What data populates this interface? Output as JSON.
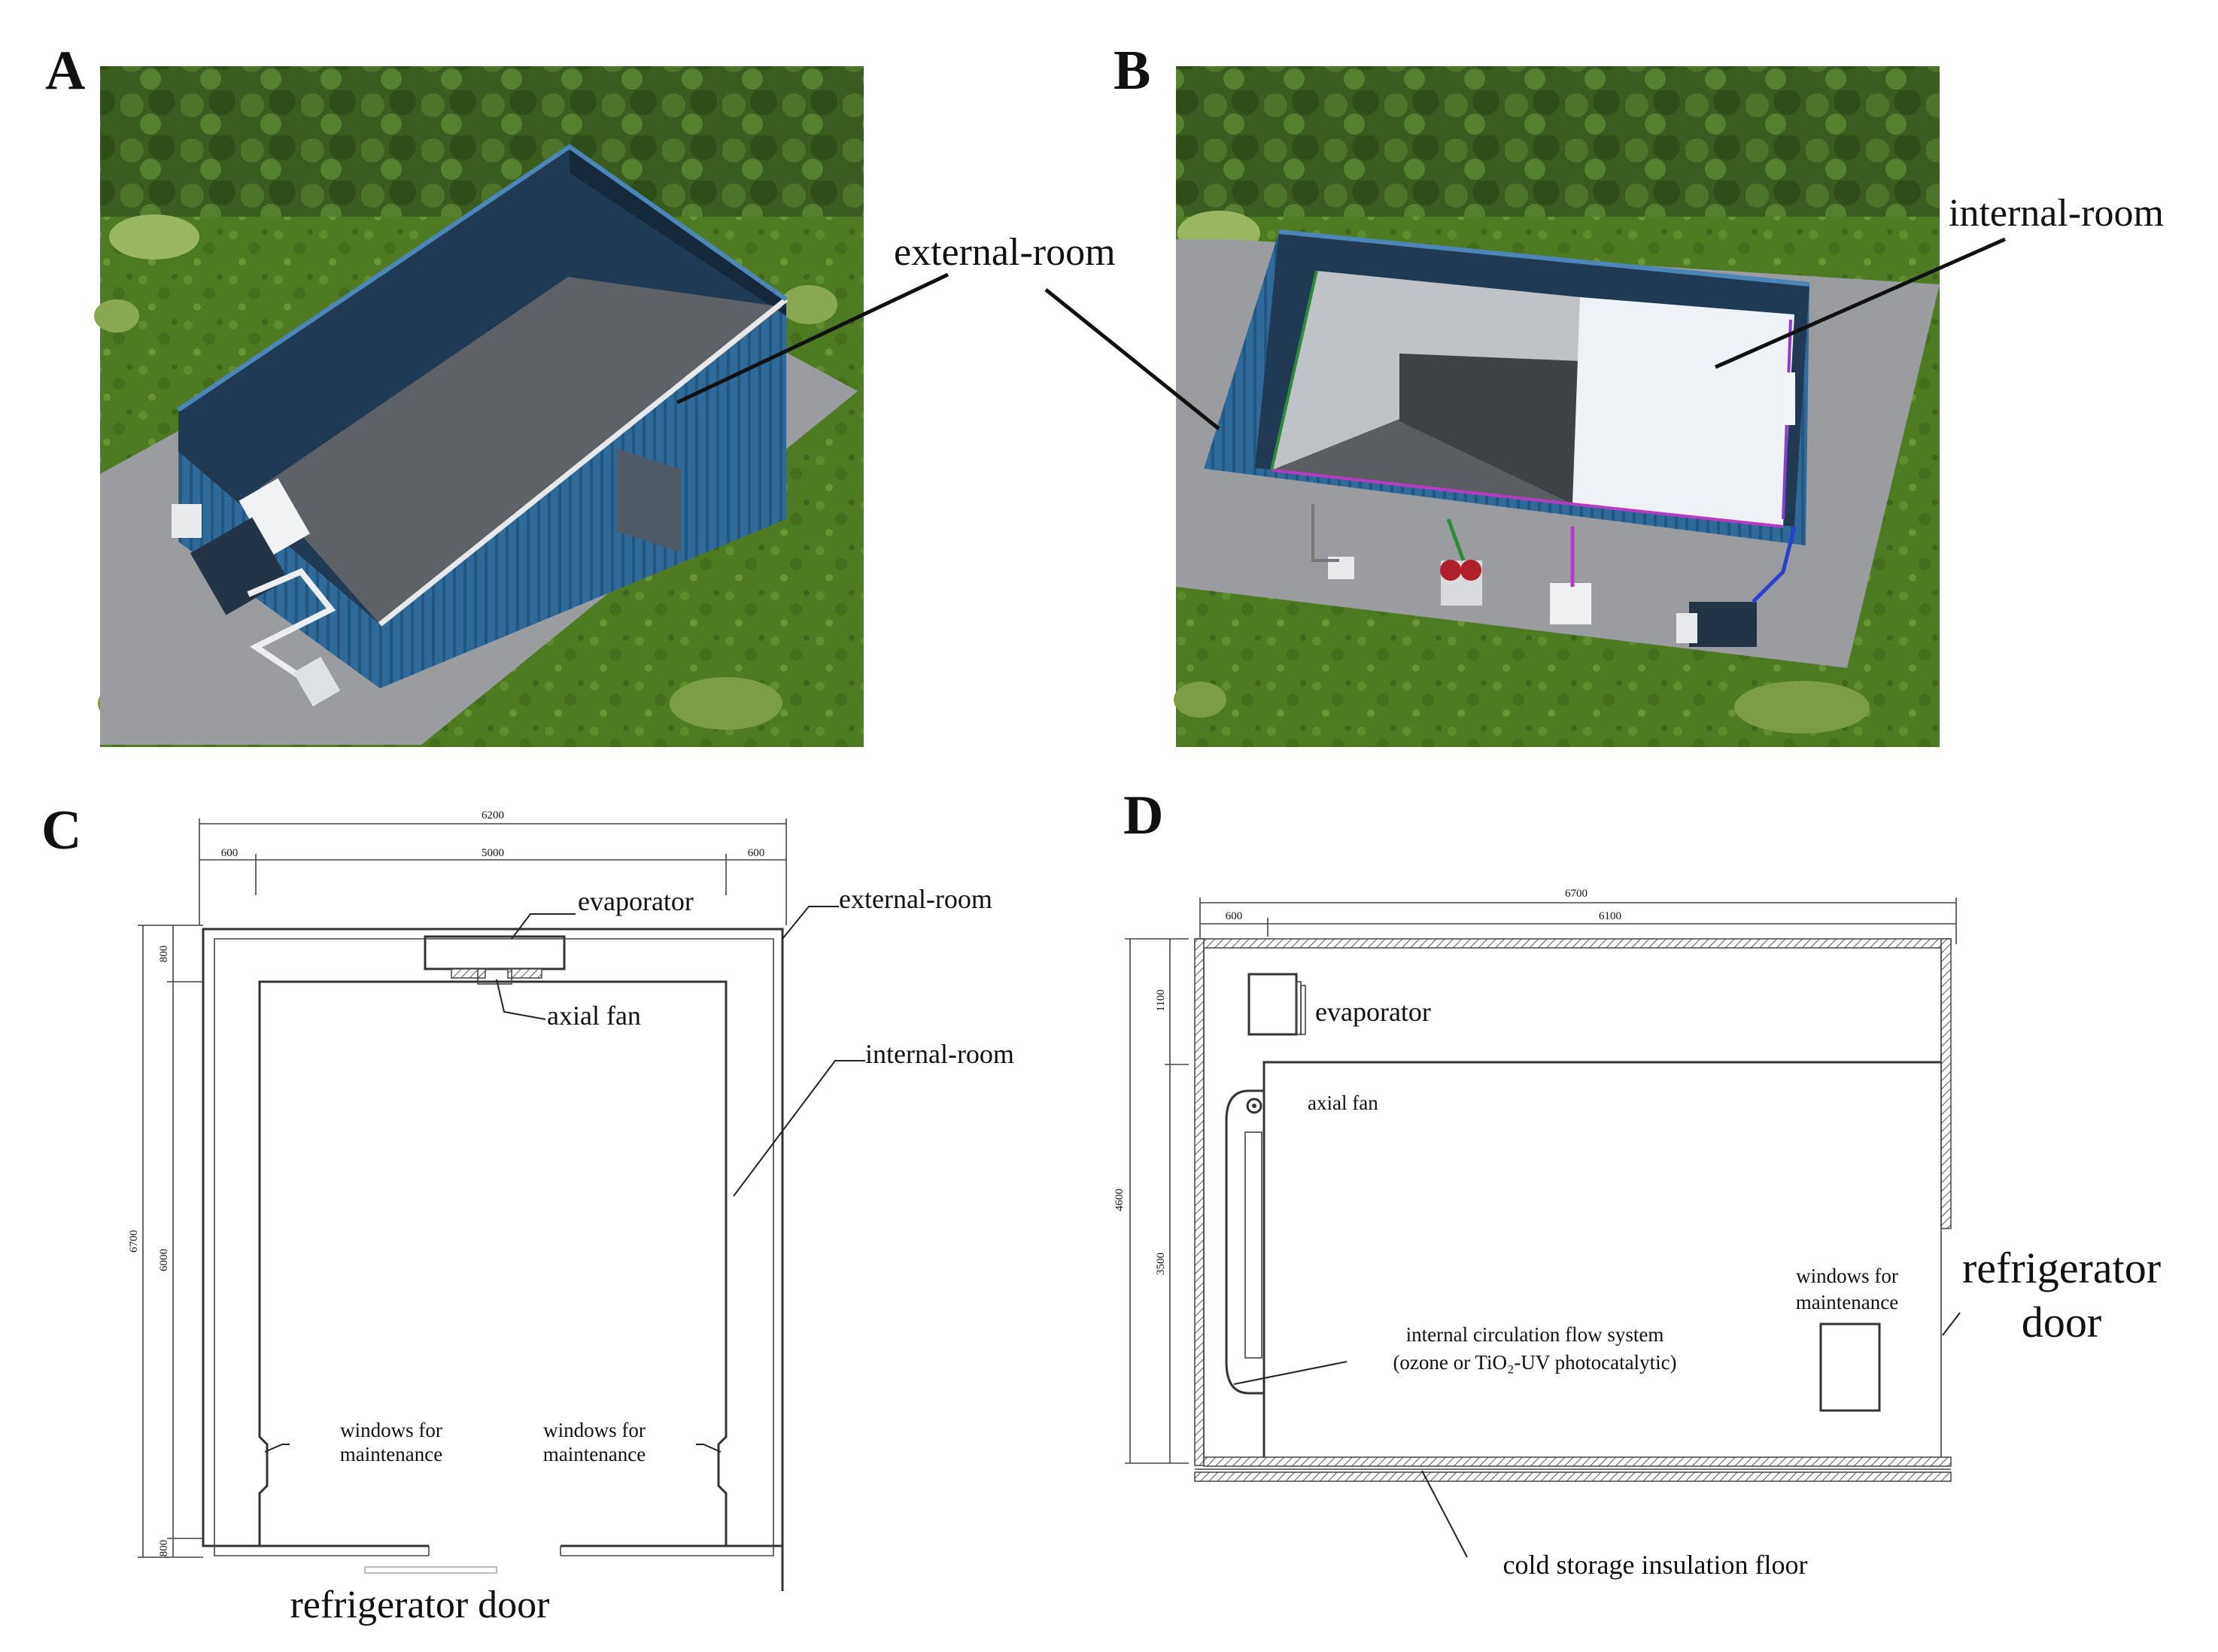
{
  "panels": {
    "A": {
      "letter": "A",
      "labels": {
        "external_room": "external-room"
      }
    },
    "B": {
      "letter": "B",
      "labels": {
        "external_room": "external-room",
        "internal_room": "internal-room"
      }
    },
    "C": {
      "letter": "C",
      "dimensions": {
        "overall_width": "6200",
        "left_margin": "600",
        "inner_width": "5000",
        "right_margin": "600",
        "overall_depth": "6700",
        "top_margin": "800",
        "inner_depth": "6000",
        "bottom_margin": "800"
      },
      "labels": {
        "evaporator": "evaporator",
        "external_room": "external-room",
        "axial_fan": "axial fan",
        "internal_room": "internal-room",
        "windows_left_line1": "windows for",
        "windows_left_line2": "maintenance",
        "windows_right_line1": "windows for",
        "windows_right_line2": "maintenance",
        "refrigerator_door": "refrigerator door"
      }
    },
    "D": {
      "letter": "D",
      "dimensions": {
        "overall_length": "6700",
        "left_margin": "600",
        "inner_length": "6100",
        "overall_height": "4600",
        "top_section": "1100",
        "main_section": "3500"
      },
      "labels": {
        "evaporator": "evaporator",
        "axial_fan": "axial fan",
        "windows_line1": "windows for",
        "windows_line2": "maintenance",
        "refrigerator_door_line1": "refrigerator",
        "refrigerator_door_line2": "door",
        "circulation_line1": "internal circulation flow system",
        "circulation_line2": "(ozone or TiO₂-UV photocatalytic)",
        "floor": "cold storage insulation floor"
      }
    }
  },
  "colors": {
    "grass": "#4f7a24",
    "trees": "#3c5e1f",
    "container_blue": "#2f6b9a",
    "container_inside": "#1f3a52",
    "floor_gray": "#5e6166",
    "pad_gray": "#9a9ca0",
    "internal_room_white": "#eef1f5"
  }
}
